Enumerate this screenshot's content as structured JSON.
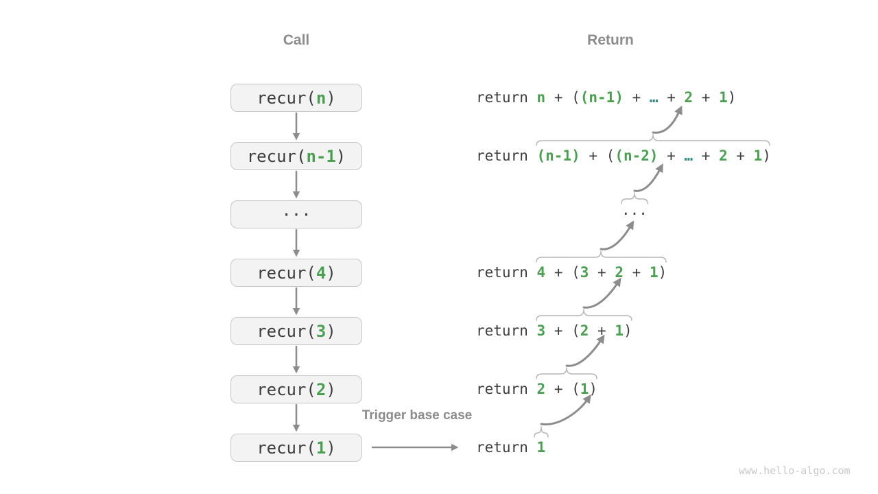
{
  "headers": {
    "call": "Call",
    "return": "Return"
  },
  "trigger_label": "Trigger base case",
  "watermark": "www.hello-algo.com",
  "colors": {
    "code_dark": "#3d3d3d",
    "code_green": "#48a050",
    "code_teal": "#2f8a80",
    "heading_gray": "#8c8c8c",
    "arrow_gray": "#8c8c8c",
    "brace_gray": "#b5b5b5",
    "box_bg": "#f3f3f3",
    "box_border": "#c6c6c6",
    "watermark_gray": "#c9c9c9"
  },
  "call_column": {
    "boxes": [
      {
        "segments": [
          {
            "t": "recur(",
            "c": "dark"
          },
          {
            "t": "n",
            "c": "green"
          },
          {
            "t": ")",
            "c": "dark"
          }
        ]
      },
      {
        "segments": [
          {
            "t": "recur(",
            "c": "dark"
          },
          {
            "t": "n-1",
            "c": "green"
          },
          {
            "t": ")",
            "c": "dark"
          }
        ]
      },
      {
        "segments": [
          {
            "t": "···",
            "c": "dark"
          }
        ]
      },
      {
        "segments": [
          {
            "t": "recur(",
            "c": "dark"
          },
          {
            "t": "4",
            "c": "green"
          },
          {
            "t": ")",
            "c": "dark"
          }
        ]
      },
      {
        "segments": [
          {
            "t": "recur(",
            "c": "dark"
          },
          {
            "t": "3",
            "c": "green"
          },
          {
            "t": ")",
            "c": "dark"
          }
        ]
      },
      {
        "segments": [
          {
            "t": "recur(",
            "c": "dark"
          },
          {
            "t": "2",
            "c": "green"
          },
          {
            "t": ")",
            "c": "dark"
          }
        ]
      },
      {
        "segments": [
          {
            "t": "recur(",
            "c": "dark"
          },
          {
            "t": "1",
            "c": "green"
          },
          {
            "t": ")",
            "c": "dark"
          }
        ]
      }
    ]
  },
  "return_column": {
    "rows": [
      {
        "segments": [
          {
            "t": "return ",
            "c": "dark"
          },
          {
            "t": "n",
            "c": "green"
          },
          {
            "t": " + (",
            "c": "dark"
          },
          {
            "t": "(n-1)",
            "c": "green"
          },
          {
            "t": " + ",
            "c": "dark"
          },
          {
            "t": "…",
            "c": "teal"
          },
          {
            "t": " + ",
            "c": "dark"
          },
          {
            "t": "2",
            "c": "green"
          },
          {
            "t": " + ",
            "c": "dark"
          },
          {
            "t": "1",
            "c": "green"
          },
          {
            "t": ")",
            "c": "dark"
          }
        ]
      },
      {
        "segments": [
          {
            "t": "return ",
            "c": "dark"
          },
          {
            "t": "(n-1)",
            "c": "green"
          },
          {
            "t": " + (",
            "c": "dark"
          },
          {
            "t": "(n-2)",
            "c": "green"
          },
          {
            "t": " + ",
            "c": "dark"
          },
          {
            "t": "…",
            "c": "teal"
          },
          {
            "t": " + ",
            "c": "dark"
          },
          {
            "t": "2",
            "c": "green"
          },
          {
            "t": " + ",
            "c": "dark"
          },
          {
            "t": "1",
            "c": "green"
          },
          {
            "t": ")",
            "c": "dark"
          }
        ]
      },
      {
        "segments": [
          {
            "t": "···",
            "c": "dark"
          }
        ]
      },
      {
        "segments": [
          {
            "t": "return ",
            "c": "dark"
          },
          {
            "t": "4",
            "c": "green"
          },
          {
            "t": " + (",
            "c": "dark"
          },
          {
            "t": "3",
            "c": "green"
          },
          {
            "t": " + ",
            "c": "dark"
          },
          {
            "t": "2",
            "c": "green"
          },
          {
            "t": " + ",
            "c": "dark"
          },
          {
            "t": "1",
            "c": "green"
          },
          {
            "t": ")",
            "c": "dark"
          }
        ]
      },
      {
        "segments": [
          {
            "t": "return ",
            "c": "dark"
          },
          {
            "t": "3",
            "c": "green"
          },
          {
            "t": " + (",
            "c": "dark"
          },
          {
            "t": "2",
            "c": "green"
          },
          {
            "t": " + ",
            "c": "dark"
          },
          {
            "t": "1",
            "c": "green"
          },
          {
            "t": ")",
            "c": "dark"
          }
        ]
      },
      {
        "segments": [
          {
            "t": "return ",
            "c": "dark"
          },
          {
            "t": "2",
            "c": "green"
          },
          {
            "t": " + (",
            "c": "dark"
          },
          {
            "t": "1",
            "c": "green"
          },
          {
            "t": ")",
            "c": "dark"
          }
        ]
      },
      {
        "segments": [
          {
            "t": "return ",
            "c": "dark"
          },
          {
            "t": "1",
            "c": "green"
          }
        ]
      }
    ]
  }
}
